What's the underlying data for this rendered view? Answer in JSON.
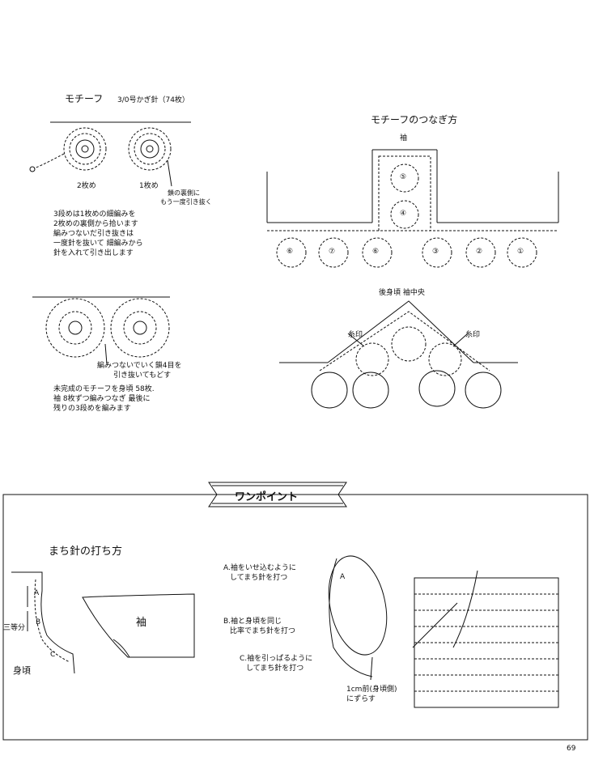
{
  "motif": {
    "title": "モチーフ",
    "hook": "3/0号かぎ針（74枚）",
    "label_second": "2枚め",
    "label_first": "1枚め",
    "pointer_note_line1": "鎖の裏側に",
    "pointer_note_line2": "もう一度引き抜く",
    "instructions": [
      "3段めは1枚めの細編みを",
      "2枚めの裏側から拾います",
      "編みつないだ引き抜きは",
      "一度針を抜いて 細編みから",
      "針を入れて引き出します"
    ],
    "lower_pointer_line1": "編みつないでいく鎖4目を",
    "lower_pointer_line2": "引き抜いてもどす",
    "lower_instructions": [
      "未完成のモチーフを身頃 58枚.",
      "袖 8枚ずつ編みつなぎ 最後に",
      "残りの3段めを編みます"
    ]
  },
  "joining": {
    "title": "モチーフのつなぎ方",
    "sleeve": "袖",
    "numbers_sleeve": [
      "⑤",
      "④"
    ],
    "numbers_row": [
      "⑥",
      "⑦",
      "⑥",
      "③",
      "②",
      "①"
    ],
    "back_center": "後身頃 袖中央",
    "thread_mark_left": "糸印",
    "thread_mark_right": "糸印"
  },
  "onepoint": {
    "banner": "ワンポイント",
    "pin_title": "まち針の打ち方",
    "points": [
      "A",
      "B",
      "C"
    ],
    "side_label": "三等分",
    "body_label": "身頃",
    "sleeve_label": "袖",
    "step_a": [
      "A.袖をいせ込むように",
      "してまち針を打つ"
    ],
    "step_b": [
      "B.袖と身頃を同じ",
      "比率でまち針を打つ"
    ],
    "step_c": [
      "C.袖を引っぱるように",
      "してまち針を打つ"
    ],
    "shift_note": [
      "1cm前(身頃側)",
      "にずらす"
    ],
    "letter_a": "A"
  },
  "page_number": "69"
}
